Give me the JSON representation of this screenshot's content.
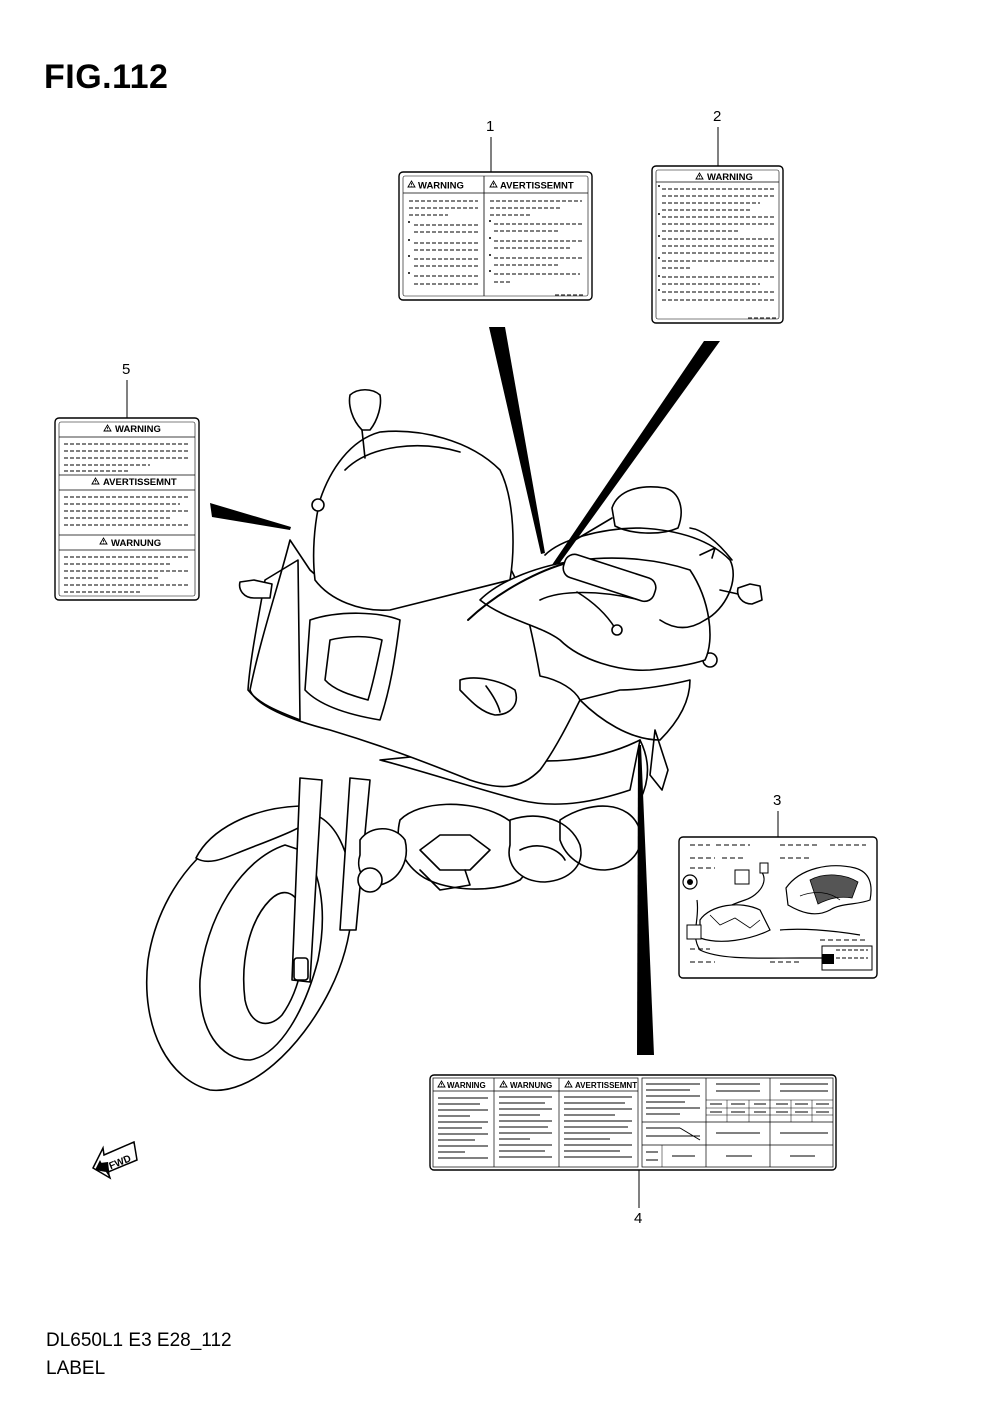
{
  "figure": {
    "title": "FIG.112",
    "model_code": "DL650L1 E3 E28_112",
    "section_name": "LABEL"
  },
  "callouts": [
    {
      "number": "1"
    },
    {
      "number": "2"
    },
    {
      "number": "3"
    },
    {
      "number": "4"
    },
    {
      "number": "5"
    }
  ],
  "labels": {
    "label1": {
      "left_heading": "WARNING",
      "right_heading": "AVERTISSEMNT"
    },
    "label2": {
      "heading": "WARNING"
    },
    "label4": {
      "col1": "WARNING",
      "col2": "WARNUNG",
      "col3": "AVERTISSEMNT"
    },
    "label5": {
      "heading1": "WARNING",
      "heading2": "AVERTISSEMNT",
      "heading3": "WARNUNG"
    }
  },
  "fwd_arrow": {
    "text": "FWD"
  }
}
